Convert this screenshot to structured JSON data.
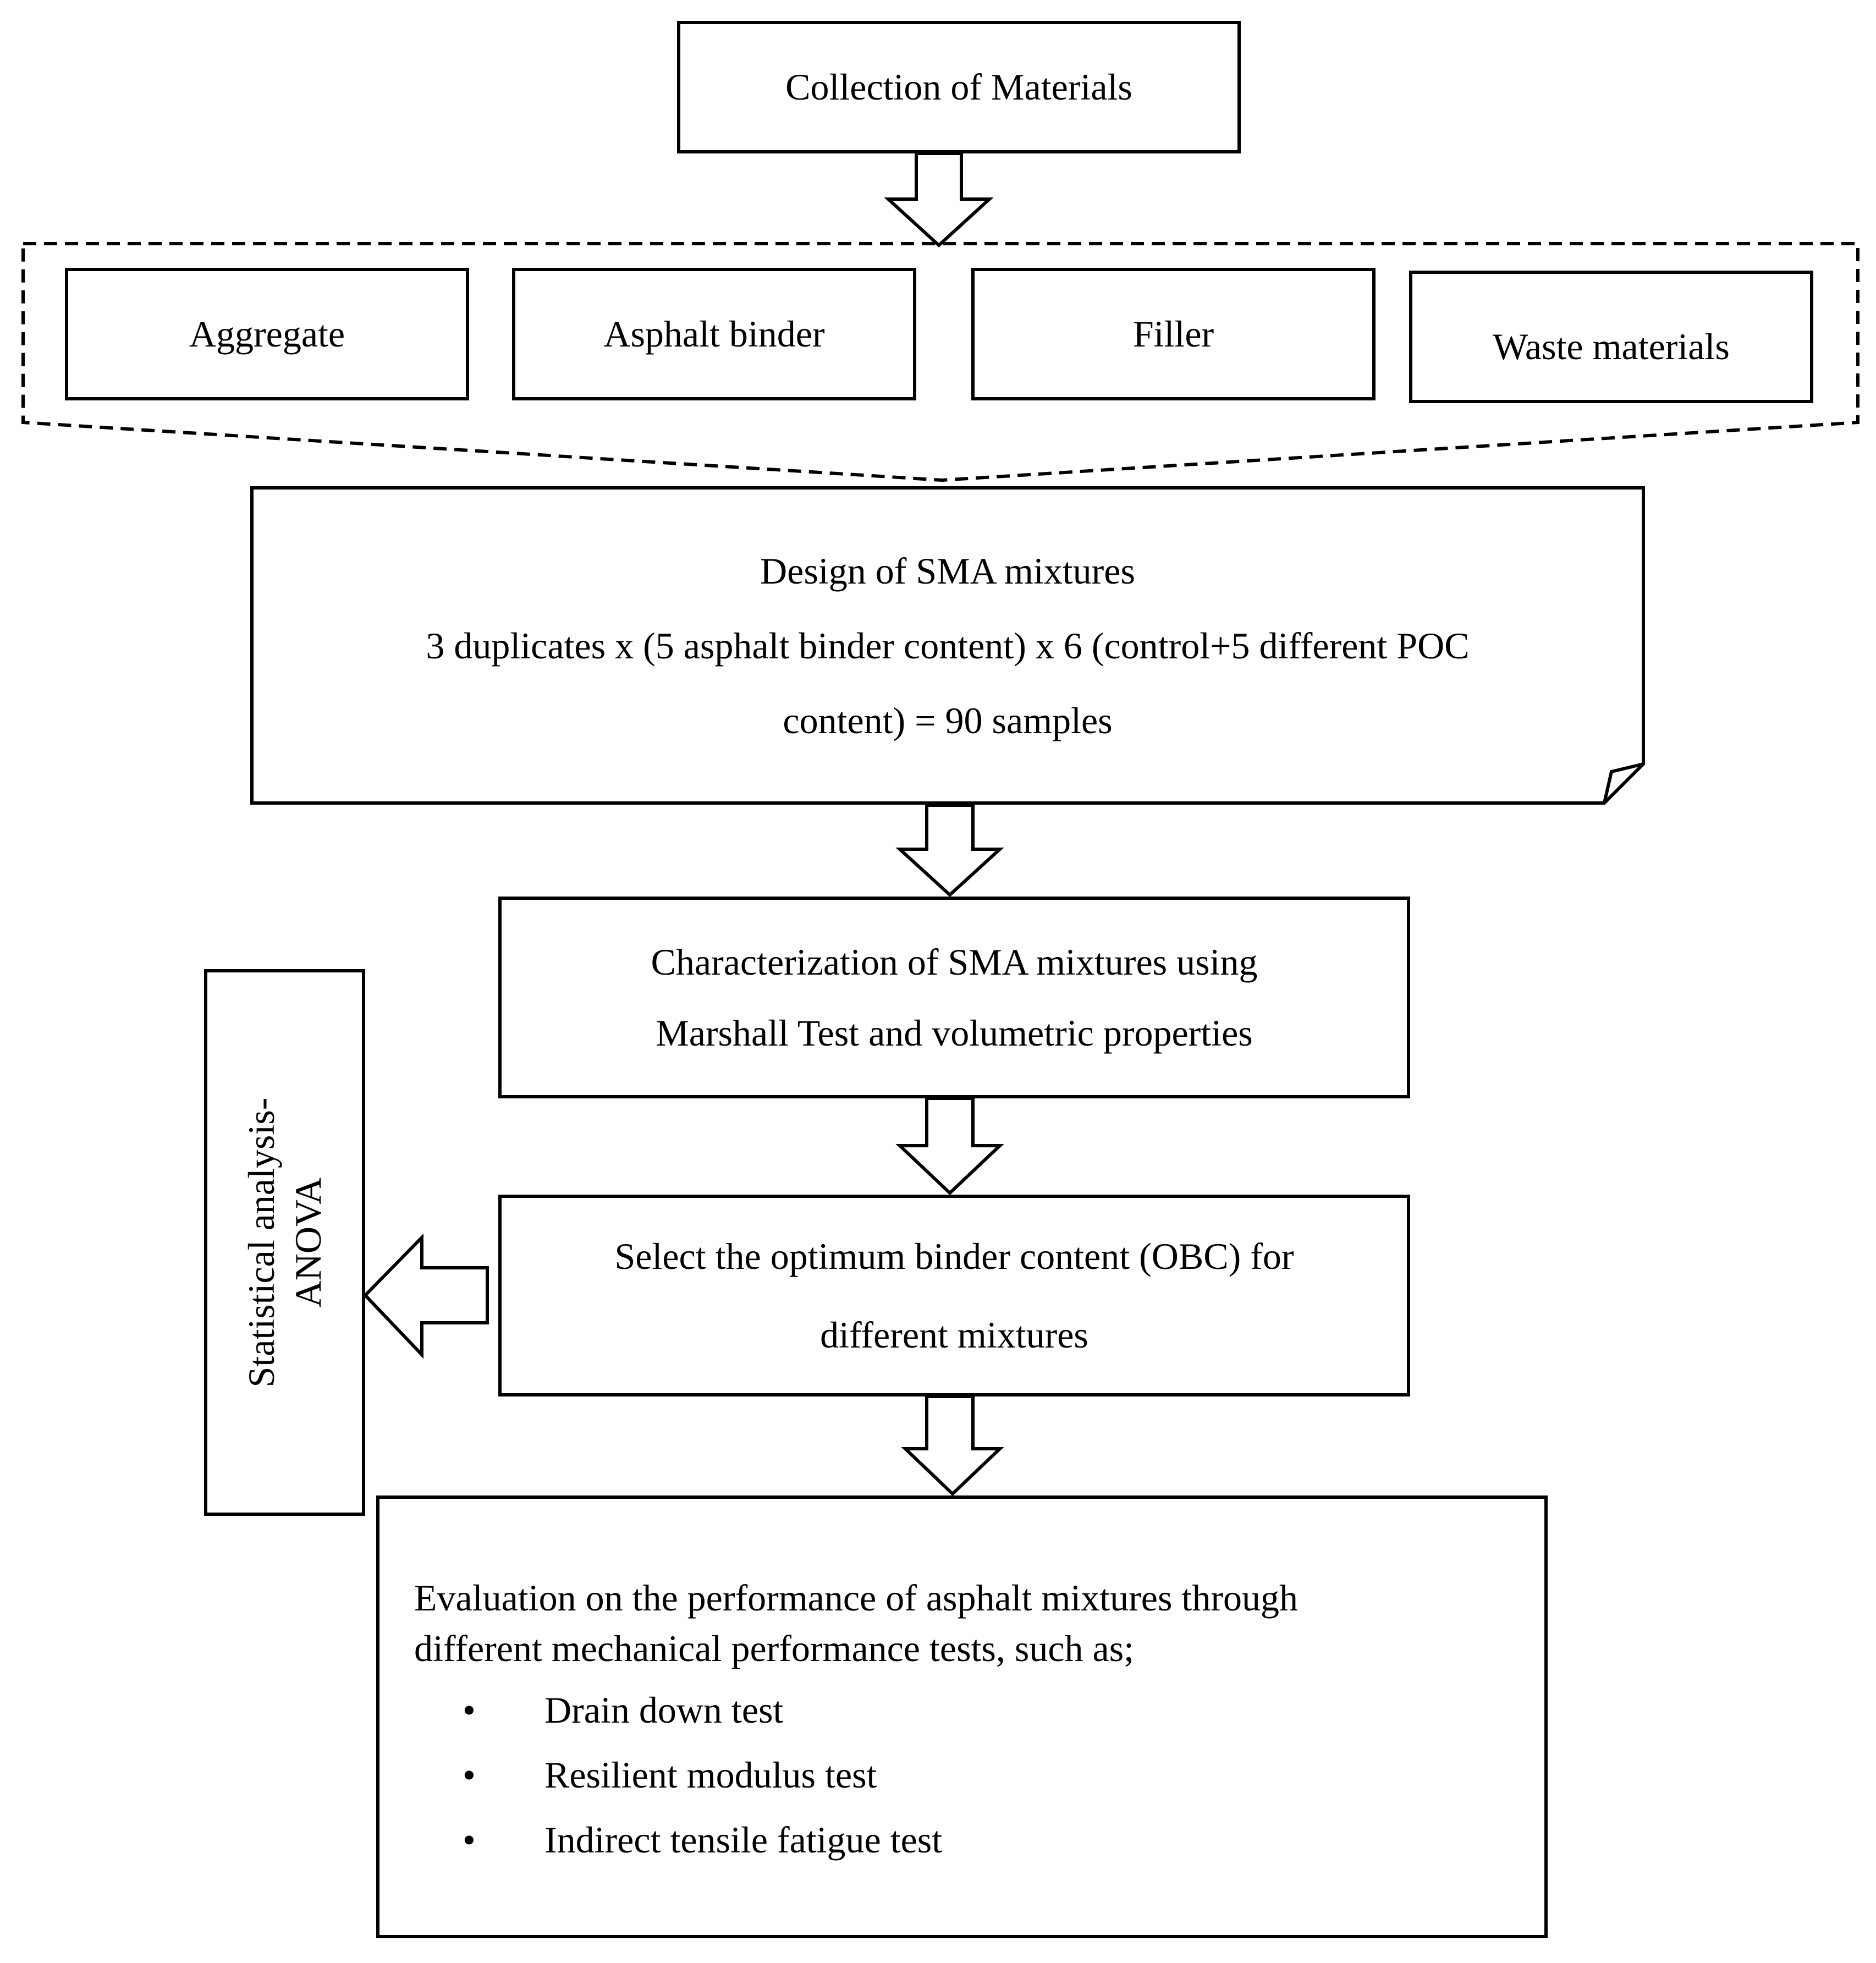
{
  "collection": {
    "title": "Collection of Materials"
  },
  "materials": {
    "items": [
      "Aggregate",
      "Asphalt binder",
      "Filler",
      "Waste materials"
    ]
  },
  "design": {
    "lines": [
      "Design of SMA mixtures",
      "3 duplicates x (5 asphalt binder content) x 6 (control+5 different POC",
      "content) = 90 samples"
    ]
  },
  "characterization": {
    "lines": [
      "Characterization of SMA mixtures using",
      "Marshall Test and volumetric properties"
    ]
  },
  "obc": {
    "lines": [
      "Select the optimum binder content (OBC) for",
      "different mixtures"
    ]
  },
  "statistics": {
    "lines": [
      "Statistical analysis-",
      "ANOVA"
    ]
  },
  "evaluation": {
    "intro_lines": [
      "Evaluation on the performance of asphalt mixtures through",
      "different mechanical performance tests, such as;"
    ],
    "bullet_symbol": "•",
    "tests": [
      "Drain down test",
      "Resilient modulus test",
      "Indirect tensile fatigue test"
    ]
  }
}
